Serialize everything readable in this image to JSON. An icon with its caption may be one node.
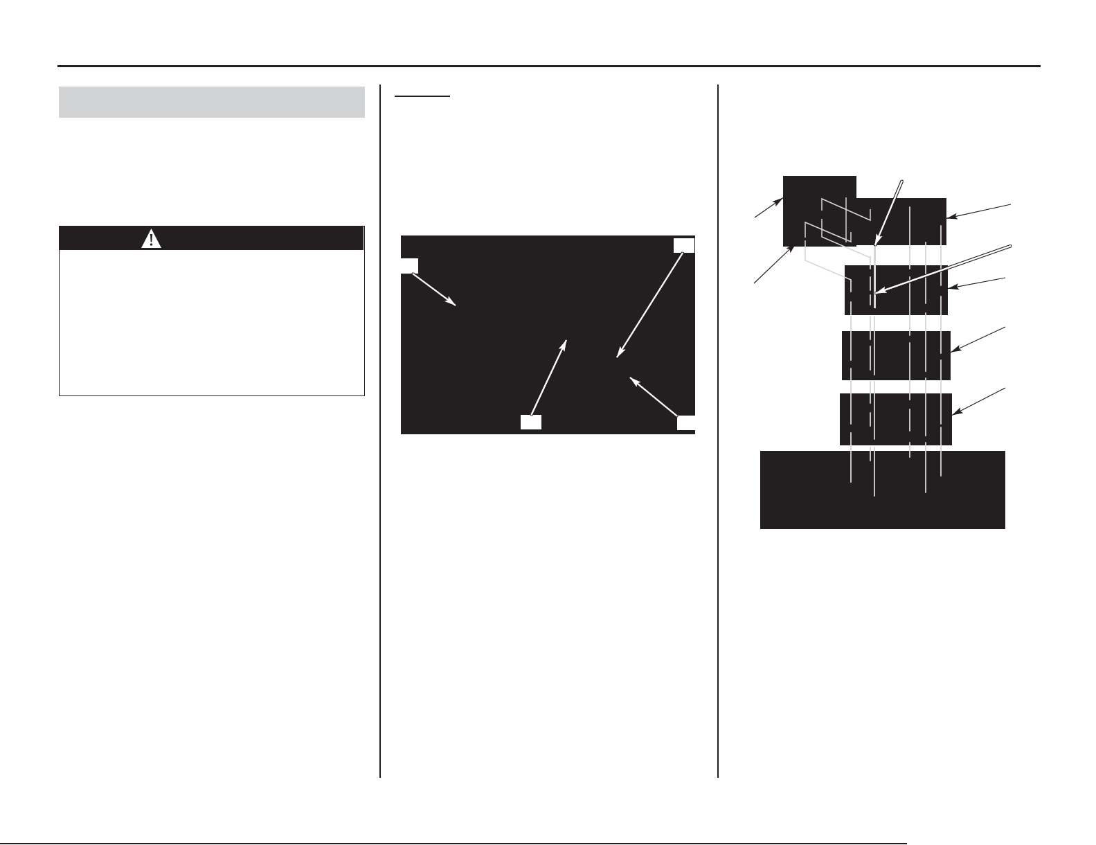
{
  "diagram": {
    "nodes": [
      {
        "text": [],
        "shape": "bar"
      },
      {
        "text": [],
        "shape": "box"
      },
      {
        "text": [],
        "shape": "bar",
        "in": 1
      },
      {
        "text": [],
        "shape": "picture"
      },
      {
        "text": [],
        "shape": "box",
        "in": 3
      },
      {
        "text": [],
        "shape": "box",
        "in": 3
      },
      {
        "text": [],
        "shape": "box",
        "in": 3
      },
      {
        "text": [],
        "shape": "box",
        "in": 3
      },
      {
        "text": [],
        "shape": "box"
      },
      {
        "text": [],
        "shape": "box"
      },
      {
        "text": [],
        "shape": "box"
      },
      {
        "text": [],
        "shape": "bar"
      },
      {
        "text": [],
        "shape": "box"
      },
      {
        "text": [],
        "shape": "box"
      },
      {
        "text": [],
        "shape": "box"
      },
      {
        "text": [],
        "shape": "picture"
      }
    ],
    "edges": [
      {
        "from": 4,
        "to": null,
        "arrow": "to",
        "color": "#ffffff"
      },
      {
        "from": 5,
        "to": null,
        "arrow": "to",
        "color": "#ffffff"
      },
      {
        "from": 6,
        "to": null,
        "arrow": "to",
        "color": "#ffffff"
      },
      {
        "from": 7,
        "to": null,
        "arrow": "to",
        "color": "#ffffff"
      },
      {
        "from": null,
        "to": 8,
        "arrow": "to",
        "color": "#231f20"
      },
      {
        "from": null,
        "to": 15,
        "arrow": "to",
        "color": "#231f20"
      },
      {
        "from": null,
        "to": 11,
        "arrow": "to",
        "color": "#ffffff"
      },
      {
        "from": null,
        "to": 9,
        "arrow": "to",
        "color": "#231f20"
      },
      {
        "from": null,
        "to": 11,
        "arrow": "to",
        "color": "#ffffff"
      },
      {
        "from": null,
        "to": 10,
        "arrow": "to",
        "color": "#231f20"
      },
      {
        "from": null,
        "to": 12,
        "arrow": "to",
        "color": "#231f20"
      },
      {
        "from": null,
        "to": 13,
        "arrow": "to",
        "color": "#231f20"
      }
    ]
  }
}
